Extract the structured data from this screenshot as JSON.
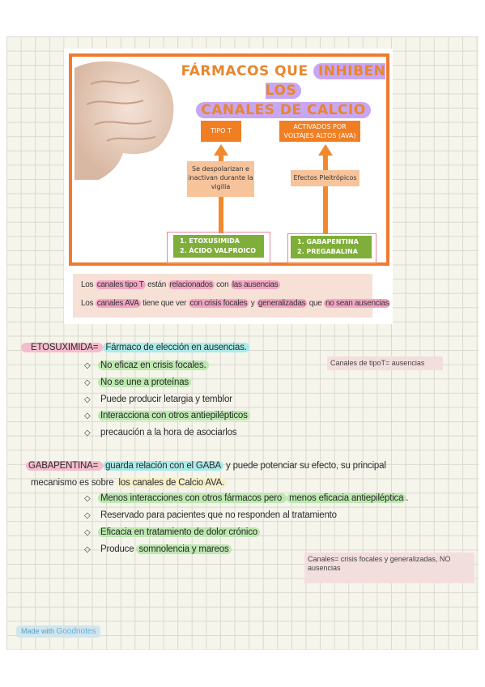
{
  "slide": {
    "title_line1_a": "FÁRMACOS QUE ",
    "title_line1_b": "INHIBEN LOS",
    "title_line2": "CANALES DE CALCIO",
    "tipo_t": "TIPO T",
    "ava": "ACTIVADOS POR VOLTAJES ALTOS (AVA)",
    "despolarizan": "Se despolarizan e inactivan durante la vigilia",
    "pleitropicos": "Efectos Pleitrópicos",
    "left_drugs": [
      "1.   ETOXUSIMIDA",
      "2.   ÁCIDO VALPROICO"
    ],
    "right_drugs": [
      "1.   GABAPENTINA",
      "2.   PREGABALINA"
    ],
    "line1": [
      "Los ",
      "canales tipo T",
      " están ",
      "relacionados",
      " con ",
      "las ausencias"
    ],
    "line2": [
      "Los ",
      "canales AVA",
      " tiene que ver ",
      "con crisis focales",
      " y ",
      "generalizadas",
      " que ",
      "no sean ausencias"
    ]
  },
  "etosuximida": {
    "label": "ETOSUXIMIDA= ",
    "def": "Fármaco de elección en ausencias.",
    "bullets": [
      "No eficaz en crisis focales.",
      "No se une a proteínas",
      "Puede producir letargia y temblor",
      "Interacciona con otros antiepilépticos",
      "precaución a la hora de asociarlos"
    ],
    "note": "Canales de tipoT= ausencias"
  },
  "gabapentina": {
    "label": "GABAPENTINA= ",
    "part1": "guarda relación con el GABA",
    "part2": " y puede potenciar su efecto, su principal",
    "part3": "mecanismo es sobre ",
    "part4": "los canales de Calcio AVA.",
    "bullets": [
      [
        "Menos interacciones con otros fármacos pero ",
        "menos eficacia antiepiléptica",
        "."
      ],
      [
        "Reservado para pacientes que no responden al tratamiento"
      ],
      [
        "Eficacia en tratamiento de dolor crónico"
      ],
      [
        "Produce ",
        "somnolencia y mareos"
      ]
    ],
    "note": "Canales= crisis focales y generalizadas, NO ausencias"
  },
  "bullet_symbol": "◇",
  "footer": {
    "prefix": "Made with",
    "brand": "Goodnotes"
  }
}
